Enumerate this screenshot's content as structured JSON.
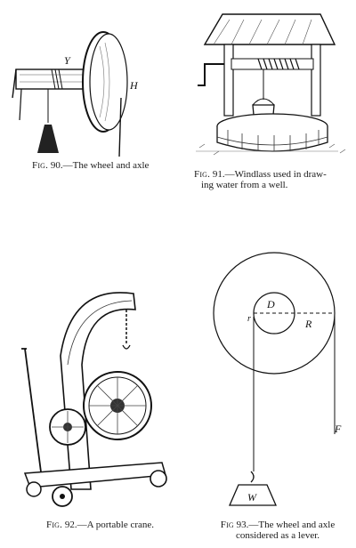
{
  "figures": [
    {
      "fig_abbrev": "Fig.",
      "number": "90",
      "caption": "The wheel and axle",
      "labels": {
        "Y": "Y",
        "H": "H"
      }
    },
    {
      "fig_abbrev": "Fig.",
      "number": "91",
      "caption_line1": "Windlass used in draw-",
      "caption_line2": "ing water from a well."
    },
    {
      "fig_abbrev": "Fig.",
      "number": "92",
      "caption": "A portable crane."
    },
    {
      "fig_abbrev": "Fig",
      "number": "93",
      "caption_line1": "The wheel and axle",
      "caption_line2": "considered as a lever.",
      "labels": {
        "D": "D",
        "R": "R",
        "r": "r",
        "F": "F",
        "W": "W"
      }
    }
  ]
}
